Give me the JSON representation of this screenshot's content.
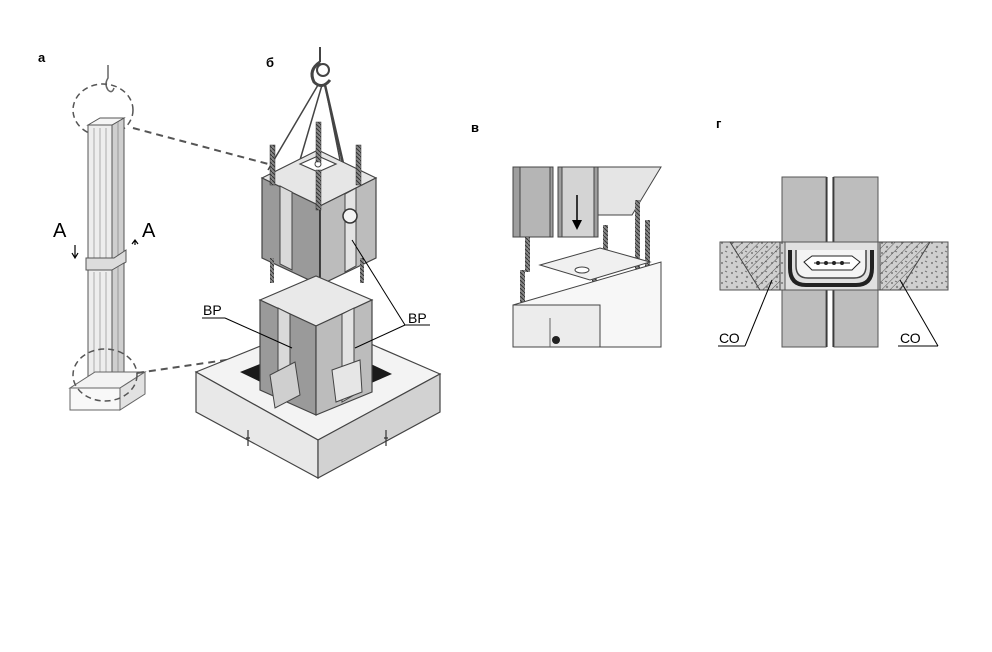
{
  "panels": {
    "a": {
      "label": "а",
      "section_left": "A",
      "section_right": "A"
    },
    "b": {
      "label": "б",
      "callout_left": "ВР",
      "callout_right": "ВР"
    },
    "v": {
      "label": "в"
    },
    "g": {
      "label": "г",
      "callout_left": "СО",
      "callout_right": "СО"
    }
  },
  "colors": {
    "line": "#333333",
    "concrete_face": "#9a9a9a",
    "concrete_light": "#d9d9d9",
    "concrete_mid": "#bdbdbd",
    "base": "#eeeeee"
  }
}
